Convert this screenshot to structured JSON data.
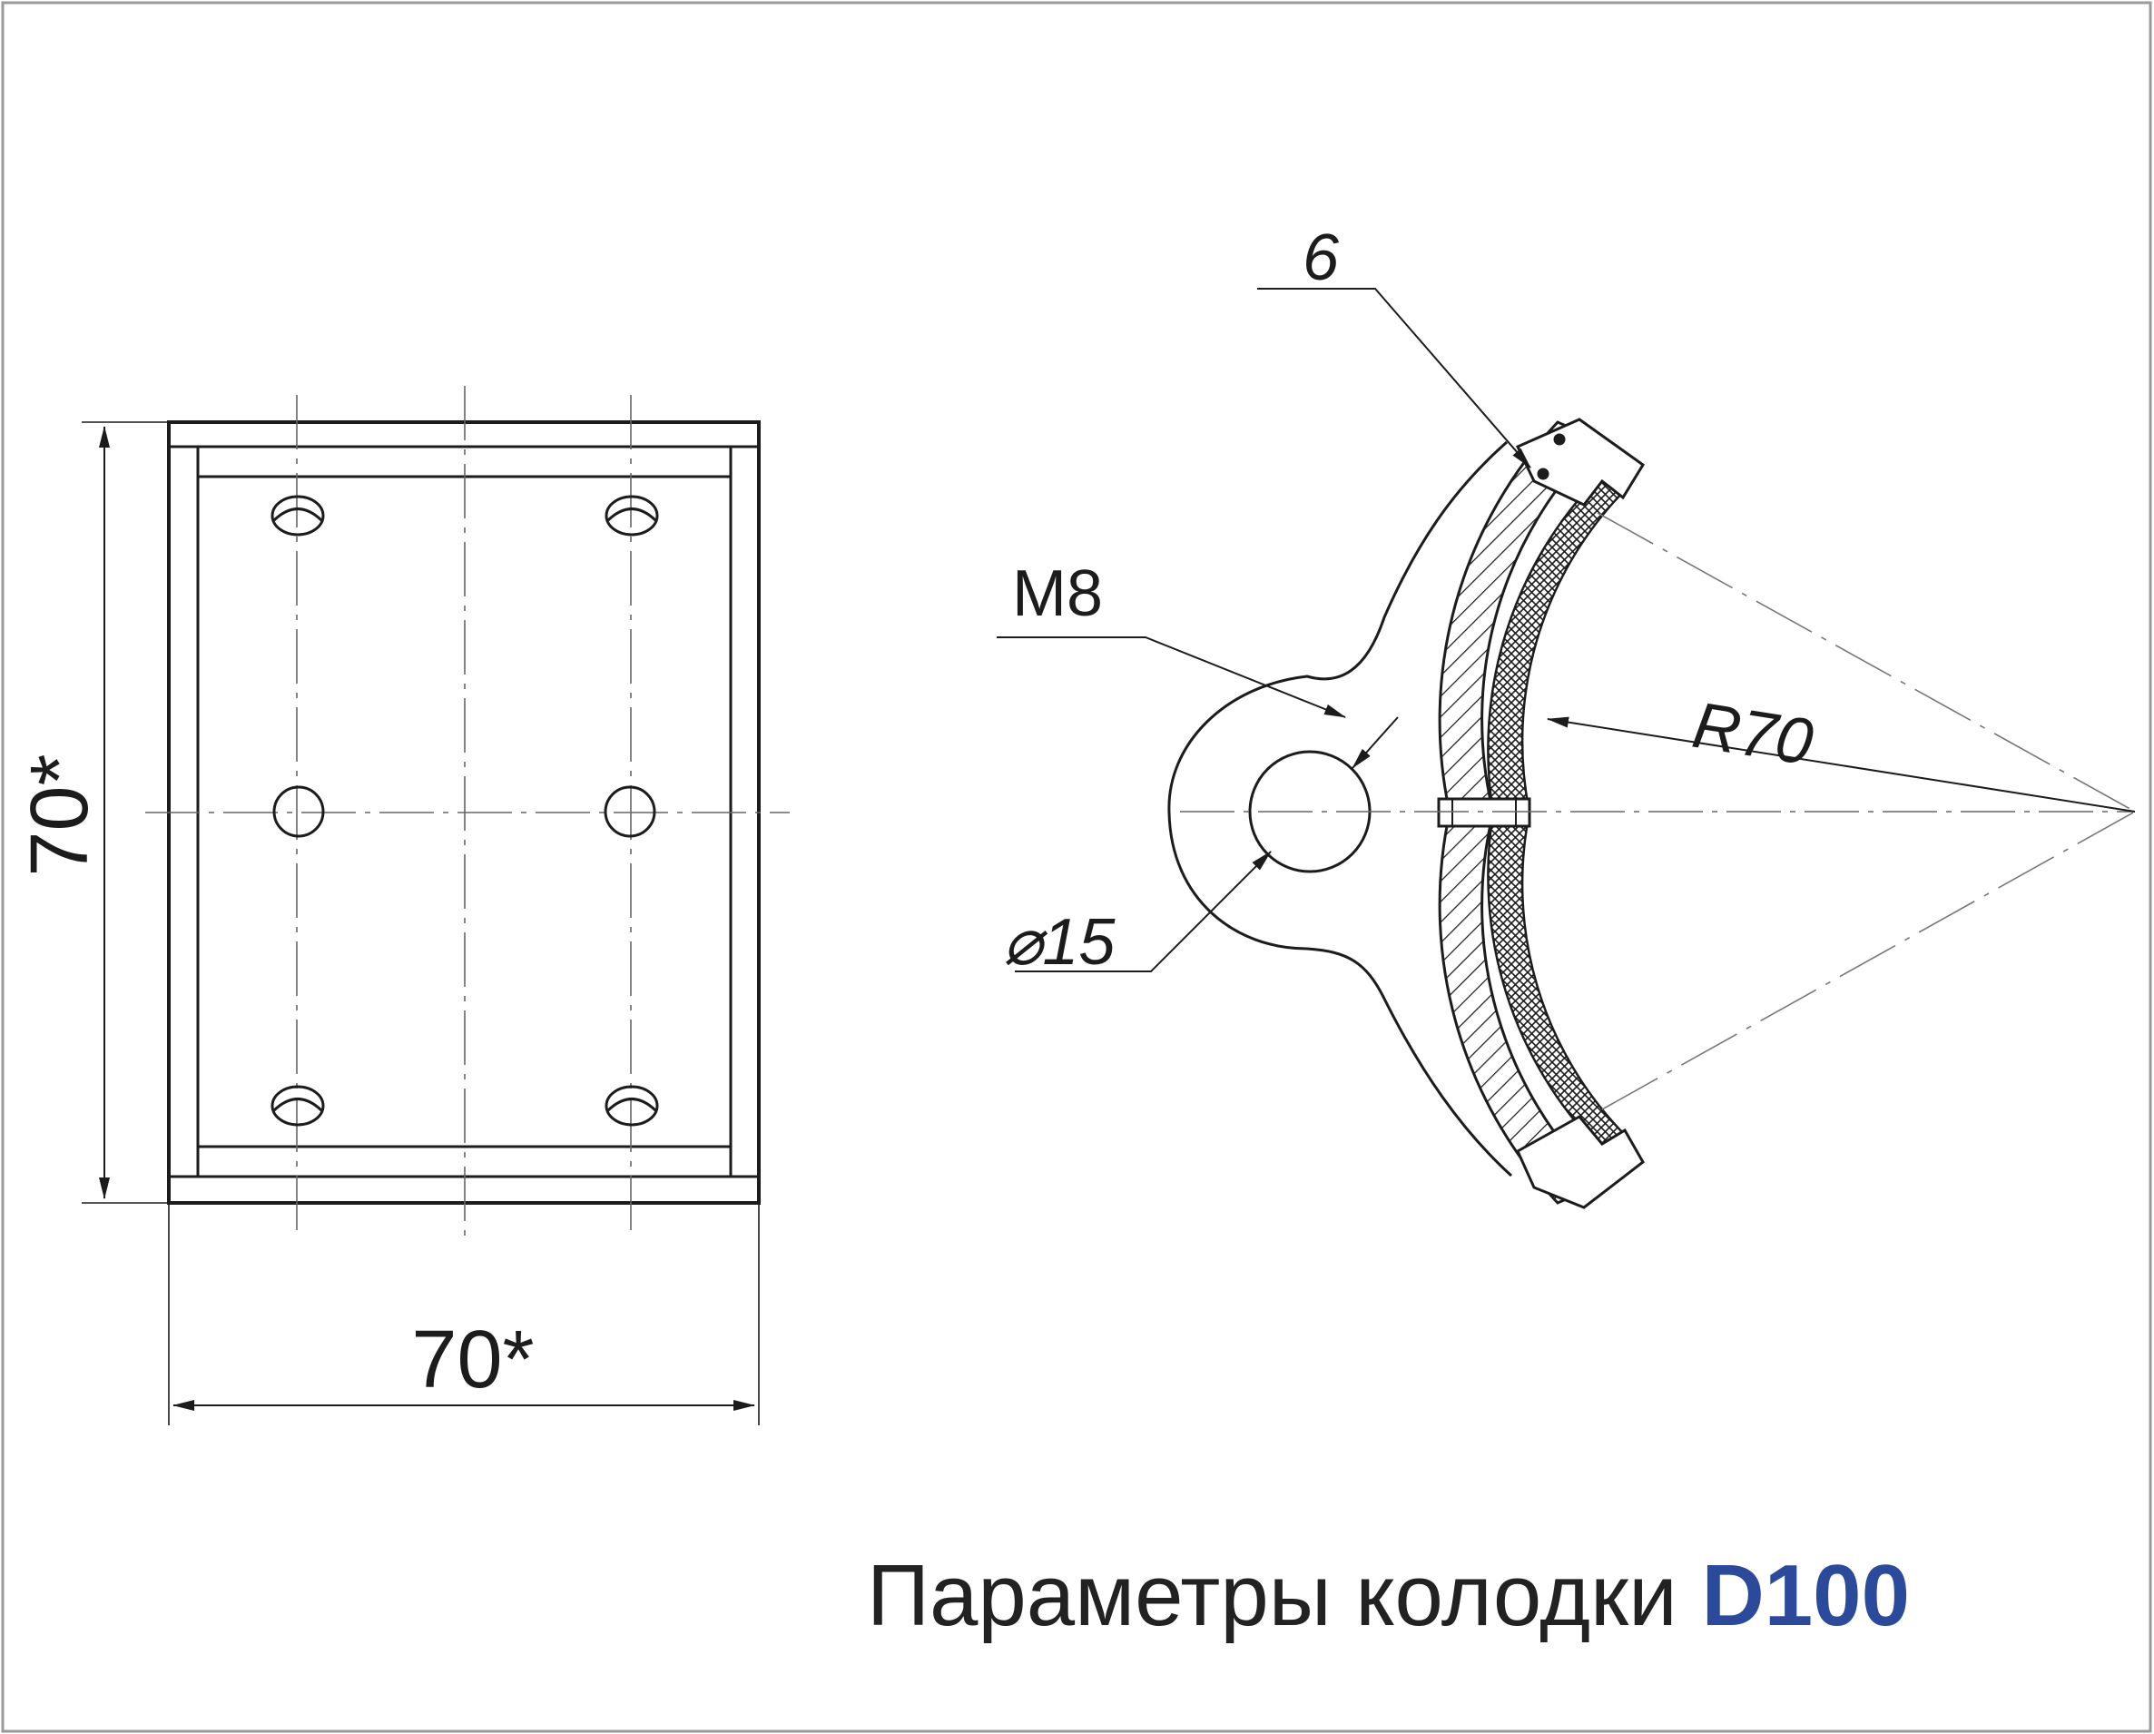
{
  "drawing": {
    "title_text": "Параметры колодки",
    "model": "D100",
    "dim_height": "70*",
    "dim_width": "70*",
    "thread_label": "M8",
    "bore_label": "⌀15",
    "radius_label": "R70",
    "thickness_label": "6"
  },
  "colors": {
    "line": "#1c1c1c",
    "frame": "#9a9a9a",
    "model_accent": "#2b4a9b"
  }
}
